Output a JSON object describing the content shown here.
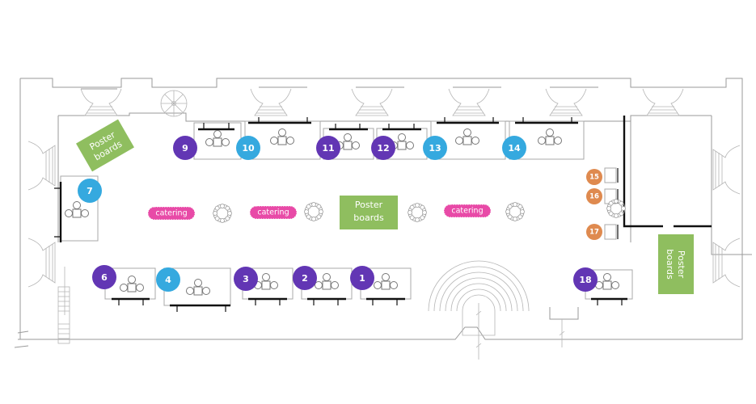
{
  "title": "Exhibition floor plan",
  "colors": {
    "purple": "#6236b4",
    "blue": "#35a9df",
    "orange": "#df8a4f",
    "poster_green": "#8fbe5f",
    "catering_pink": "#e84aa7"
  },
  "booths": [
    {
      "number": "1",
      "color": "purple"
    },
    {
      "number": "2",
      "color": "purple"
    },
    {
      "number": "3",
      "color": "purple"
    },
    {
      "number": "4",
      "color": "blue"
    },
    {
      "number": "6",
      "color": "purple"
    },
    {
      "number": "7",
      "color": "blue"
    },
    {
      "number": "9",
      "color": "purple"
    },
    {
      "number": "10",
      "color": "blue"
    },
    {
      "number": "11",
      "color": "purple"
    },
    {
      "number": "12",
      "color": "purple"
    },
    {
      "number": "13",
      "color": "blue"
    },
    {
      "number": "14",
      "color": "blue"
    },
    {
      "number": "15",
      "color": "orange"
    },
    {
      "number": "16",
      "color": "orange"
    },
    {
      "number": "17",
      "color": "orange"
    },
    {
      "number": "18",
      "color": "purple"
    }
  ],
  "poster_boards": [
    {
      "line1": "Poster",
      "line2": "boards"
    },
    {
      "line1": "Poster",
      "line2": "boards"
    },
    {
      "line1": "Poster",
      "line2": "boards"
    }
  ],
  "catering": [
    {
      "label": "catering"
    },
    {
      "label": "catering"
    },
    {
      "label": "catering"
    }
  ]
}
